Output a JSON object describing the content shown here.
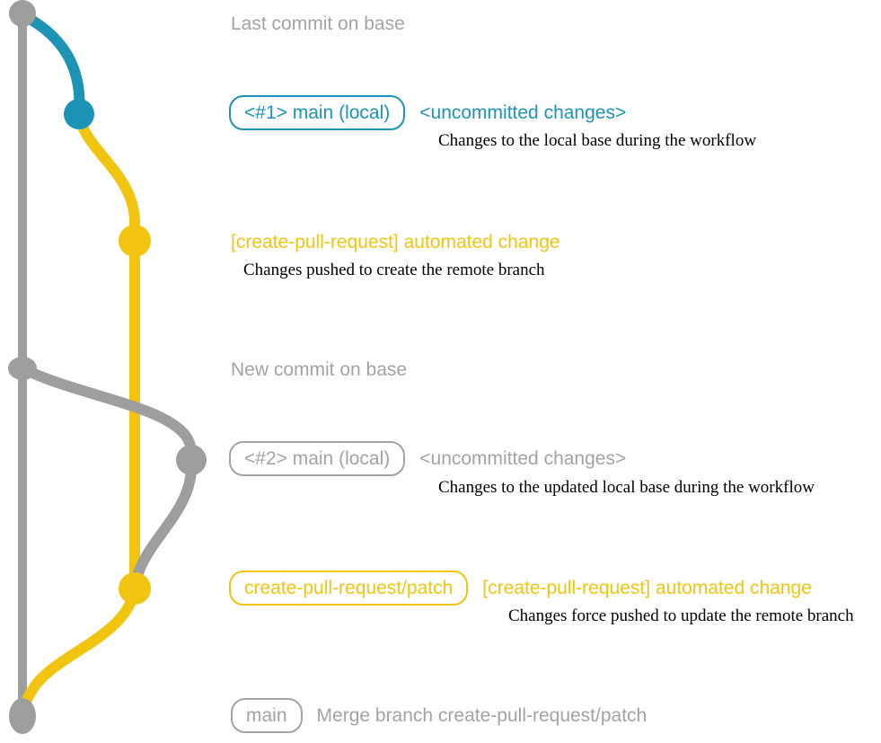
{
  "colors": {
    "gray": "#9e9e9e",
    "gray_text": "#a3a3a3",
    "teal": "#1b94b5",
    "yellow": "#f1c40f",
    "note_text": "#000000",
    "background": "#ffffff"
  },
  "rows": {
    "last_commit_label": "Last commit on base",
    "step1": {
      "badge": "<#1> main (local)",
      "heading": "<uncommitted changes>",
      "note": "Changes to the local base during the workflow"
    },
    "step2": {
      "heading": "[create-pull-request] automated change",
      "note": "Changes pushed to create the remote branch"
    },
    "new_commit_label": "New commit on base",
    "step3": {
      "badge": "<#2> main (local)",
      "heading": "<uncommitted changes>",
      "note": "Changes to the updated local base during the workflow"
    },
    "step4": {
      "badge": "create-pull-request/patch",
      "heading": "[create-pull-request] automated change",
      "note": "Changes force pushed to update the remote branch"
    },
    "merge": {
      "badge": "main",
      "label": "Merge branch create-pull-request/patch"
    }
  }
}
